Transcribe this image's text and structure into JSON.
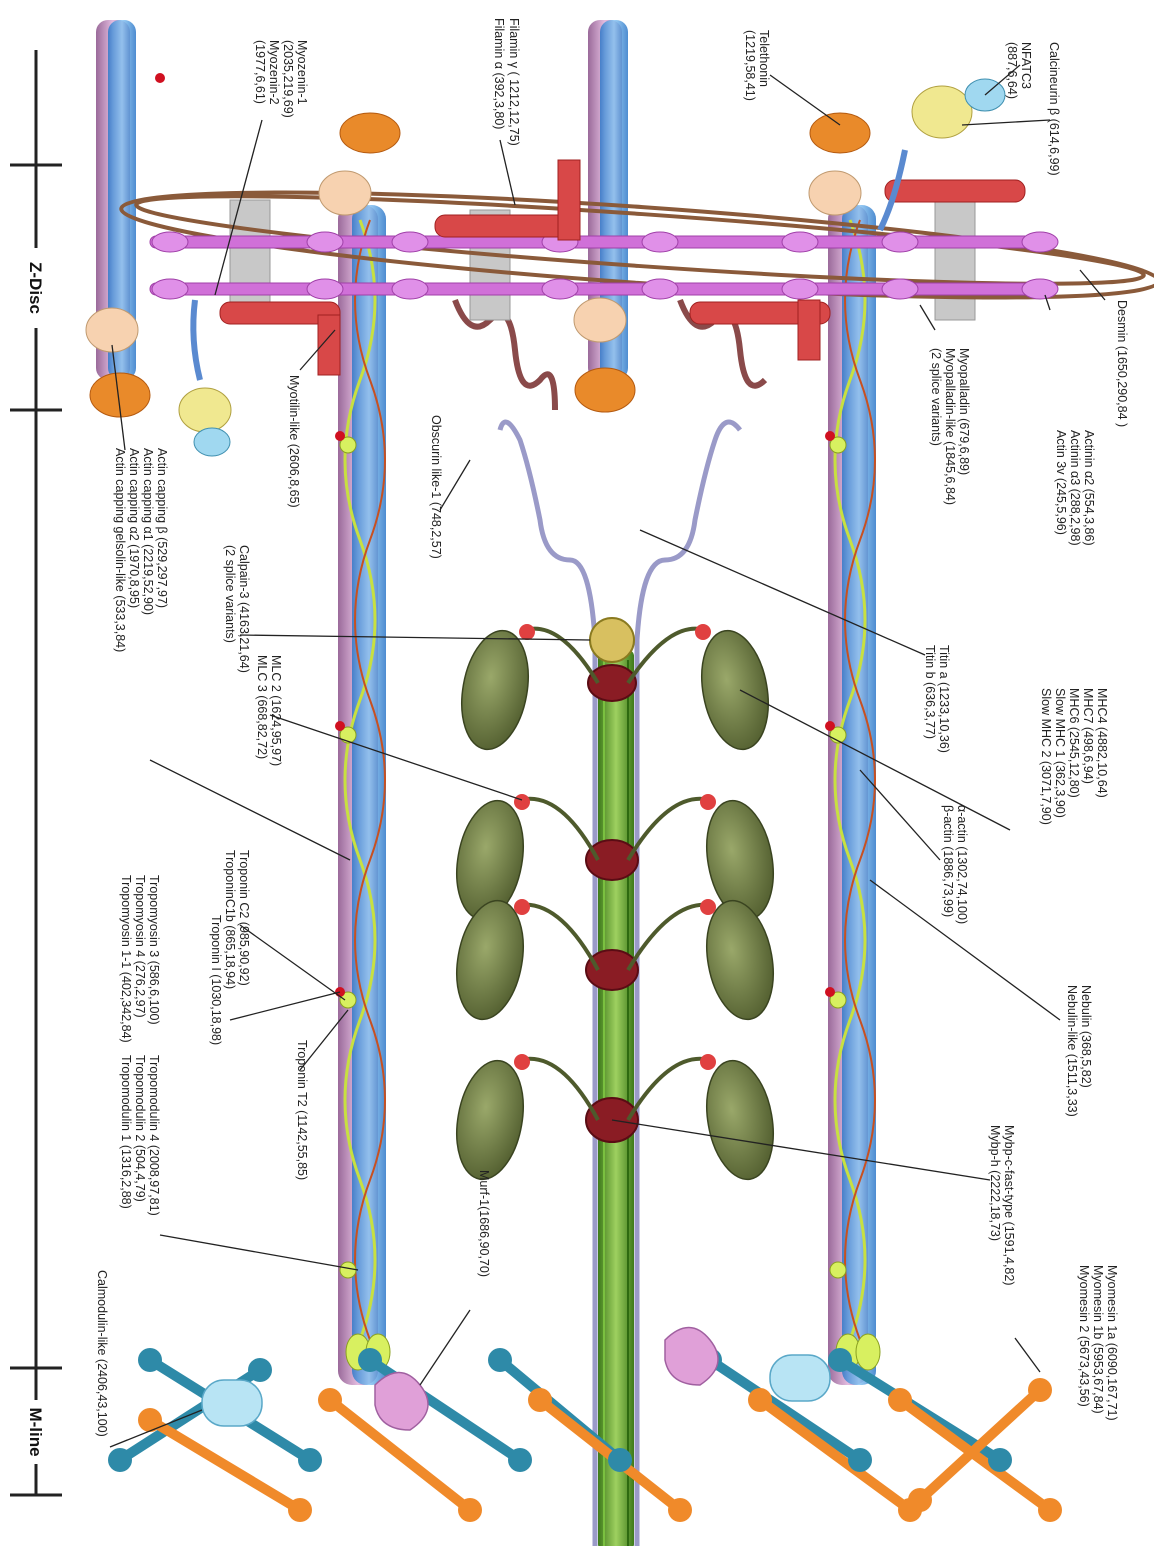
{
  "regions": {
    "z_disc": "Z-Disc",
    "m_line": "M-line"
  },
  "labels": {
    "calcineurin": "Calcineurin β (614,6,99)",
    "nfatc3_1": "NFATC3",
    "nfatc3_2": "(887,6,64)",
    "telethonin_1": "Telethonin",
    "telethonin_2": "(1219,58,41)",
    "filamin_g": "Filamin γ ( 1212,12,75)",
    "filamin_a": "Filamin α (392,3,80)",
    "myozenin1_1": "Myozenin-1",
    "myozenin1_2": "(2035,219,69)",
    "myozenin2_1": "Myozenin-2",
    "myozenin2_2": "(1977,6,61)",
    "desmin": "Desmin (1650,290,84 )",
    "actinin_a2": "Actinin α2 (554,3,86)",
    "actinin_a3": "Actinin α3 (288,2,98)",
    "actin_3v": "Actin 3v (245,5,96)",
    "myopalladin": "Myopalladin (679,6,89)",
    "myopalladin_like": "Myopalladin-like (1845,6,84)",
    "myopalladin_splice": "(2 splice variants)",
    "obscurin": "Obscurin like-1 (748,2,57)",
    "myotilin": "Myotilin-like (2606,8,65)",
    "capping_b": "Actin capping β (529,297,97)",
    "capping_a1": "Actin capping α1 (2219,52,90)",
    "capping_a2": "Actin capping α2 (1970,8,95)",
    "capping_gelsolin": "Actin capping gelsolin-like (533,3,84)",
    "calpain_1": "Calpain-3 (4163,21,64)",
    "calpain_2": "(2 splice variants)",
    "titin_a": "Titin a (1233,10,36)",
    "titin_b": "Titin b (636,3,77)",
    "mhc4": "MHC4 (4882,10,64)",
    "mhc7": "MHC7 (498,6,94)",
    "mhc6": "MHC6 (2545,12,80)",
    "slow_mhc1": "Slow MHC 1 (362,3,90)",
    "slow_mhc2": "Slow MHC 2 (3071,7,90)",
    "mlc2": "MLC 2 (1624,95,97)",
    "mlc3": "MLC 3 (668,82,72)",
    "a_actin": "α-actin (1302,74,100)",
    "b_actin": "β-actin (1886,73,99)",
    "nebulin": "Nebulin (368,5,82)",
    "nebulin_like": "Nebulin-like (1511,3,33)",
    "tropomyosin3": "Tropomyosin 3 (586,6,100)",
    "tropomyosin4": "Tropomyosin 4 (276,2,97)",
    "tropomyosin1": "Tropomyosin 1-1 (402,342,84)",
    "troponin_c2": "Troponin C2 (985,90,92)",
    "troponin_c1b": "TroponinC1b (865,18,94)",
    "troponin_i": "Troponin I (1030,18,98)",
    "troponin_t2": "Troponin T2 (1142,55,85)",
    "mybpc": "Mybp-c-fast-type (1591,4,82)",
    "mybph": "Mybp-h (2222,18,73)",
    "tropomodulin4": "Tropomodulin 4 (2008,97,81)",
    "tropomodulin2": "Tropomodulin 2 (504,4,79)",
    "tropomodulin1": "Tropomodulin 1 (1316,2,88)",
    "murf": "Murf-1(1686,90,70)",
    "myomesin1a": "Myomesin 1a (6090,167,71)",
    "myomesin1b": "Myomesin 1b (5953,67,84)",
    "myomesin2": "Myomesin 2 (5673,43,56)",
    "calmodulin": "Calmodulin-like (2406,43,100)"
  },
  "colors": {
    "actin_blue": "#5ea8e8",
    "actin_pink": "#c898c0",
    "myosin_green": "#6e7d45",
    "titin_line": "#9a9ac8",
    "desmin_ring": "#8a5a3a",
    "actinin_magenta": "#d070d8",
    "filamin_red": "#d04040",
    "telethonin_orange": "#e98a2a",
    "myomesin_teal": "#2e8aa8",
    "myomesin_orange": "#f08a2a"
  }
}
